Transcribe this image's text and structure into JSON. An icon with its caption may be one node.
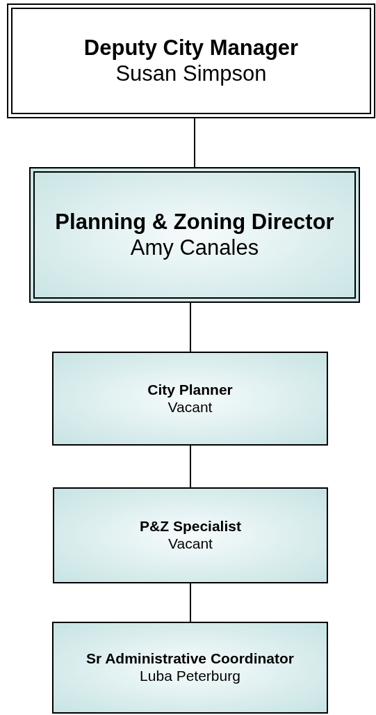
{
  "diagram": {
    "nodes": [
      {
        "text": [
          "Deputy City Manager",
          "Susan Simpson"
        ]
      },
      {
        "text": [
          "Planning & Zoning Director",
          "Amy Canales"
        ]
      },
      {
        "text": [
          "City Planner",
          "Vacant"
        ]
      },
      {
        "text": [
          "P&Z Specialist",
          "Vacant"
        ]
      },
      {
        "text": [
          "Sr Administrative Coordinator",
          "Luba Peterburg"
        ]
      }
    ],
    "edges": [
      {
        "from": 0,
        "to": 1,
        "arrow": "none"
      },
      {
        "from": 1,
        "to": 2,
        "arrow": "none"
      },
      {
        "from": 2,
        "to": 3,
        "arrow": "none"
      },
      {
        "from": 3,
        "to": 4,
        "arrow": "none"
      }
    ]
  }
}
